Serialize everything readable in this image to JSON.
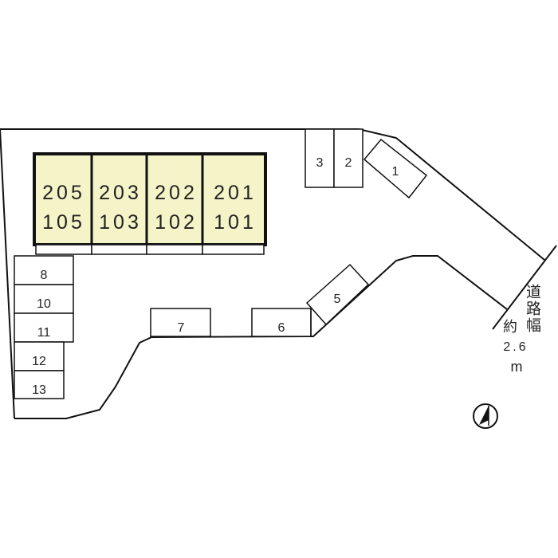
{
  "building": {
    "fill_color": "#f4f4c8",
    "units": [
      {
        "upper": "205",
        "lower": "105"
      },
      {
        "upper": "203",
        "lower": "103"
      },
      {
        "upper": "202",
        "lower": "102"
      },
      {
        "upper": "201",
        "lower": "101"
      }
    ]
  },
  "parking": {
    "p1": "1",
    "p2": "2",
    "p3": "3",
    "p5": "5",
    "p6": "6",
    "p7": "7",
    "p8": "8",
    "p10": "10",
    "p11": "11",
    "p12": "12",
    "p13": "13"
  },
  "road": {
    "label_vertical": "道路幅",
    "about": "約",
    "width_value": "2.6",
    "unit": "m"
  },
  "compass": {
    "icon": "north-arrow-icon"
  }
}
